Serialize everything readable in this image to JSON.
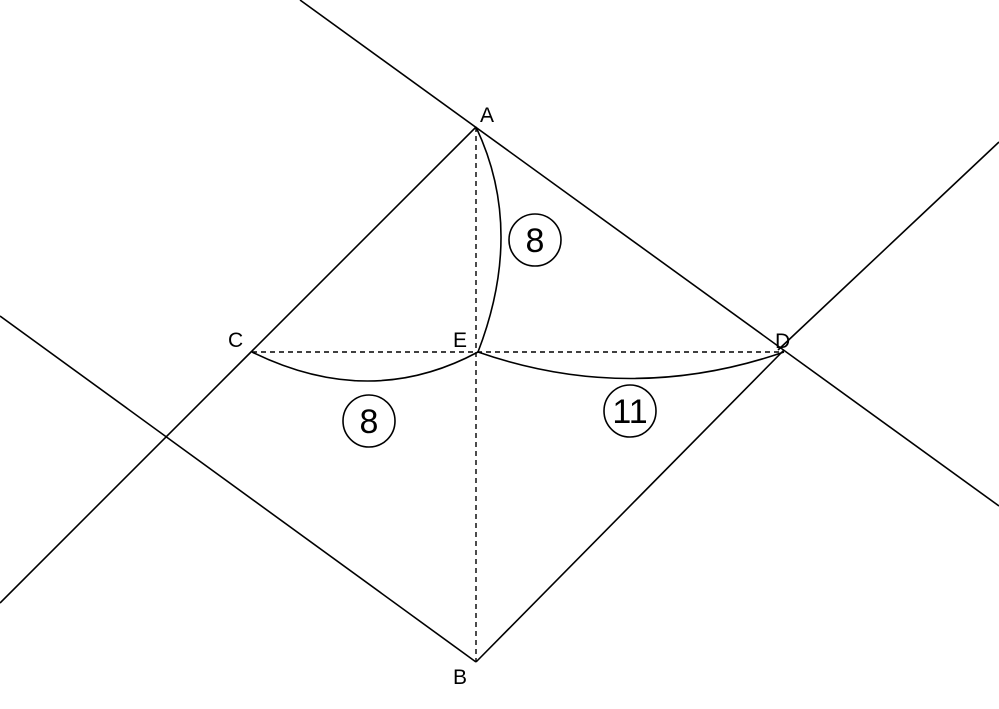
{
  "points": {
    "A": "A",
    "B": "B",
    "C": "C",
    "D": "D",
    "E": "E"
  },
  "measurements": [
    {
      "id": "arc-AE",
      "value": "8"
    },
    {
      "id": "arc-CE",
      "value": "8"
    },
    {
      "id": "arc-ED",
      "value": "11"
    }
  ],
  "colors": {
    "line": "#000000",
    "background": "#ffffff"
  }
}
